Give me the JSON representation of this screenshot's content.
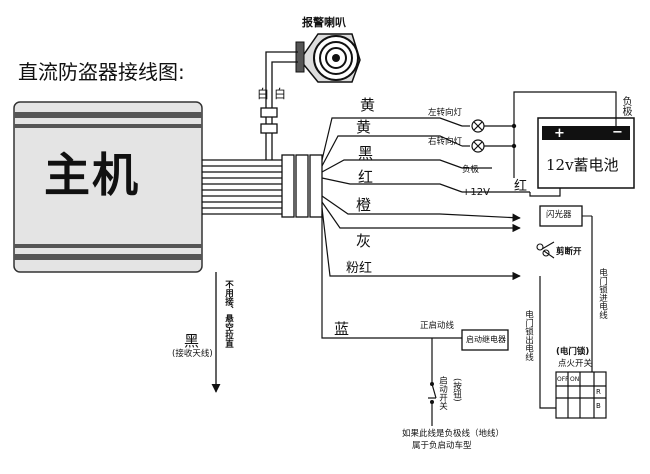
{
  "title": "直流防盗器接线图:",
  "host_unit": {
    "label": "主机"
  },
  "siren": {
    "label": "报警喇叭",
    "wire_left": "白",
    "wire_right": "白"
  },
  "wires": {
    "yellow1": "黄",
    "yellow2": "黄",
    "black": "黑",
    "red": "红",
    "orange": "橙",
    "gray": "灰",
    "pink_red": "粉红",
    "blue": "蓝"
  },
  "antenna": {
    "color": "黑",
    "note": "(接收天线)",
    "instruction": "不用接、悬空拉直"
  },
  "lamps": {
    "left_turn": "左转向灯",
    "right_turn": "右转向灯",
    "negative": "负极",
    "plus12v": "+12V"
  },
  "battery": {
    "label": "12v蓄电池",
    "plus": "+",
    "minus": "−",
    "negative_label": "负极",
    "red_wire": "红"
  },
  "flasher": {
    "label": "闪光器"
  },
  "cut": {
    "label": "剪断开"
  },
  "door_lock": {
    "unlock_wire": "电门锁进电线",
    "lock_out_wire": "电门锁出电线",
    "title": "(电门锁)",
    "subtitle": "点火开关",
    "pos_off": "OFF",
    "pos_on": "ON",
    "pos_r": "R",
    "pos_b": "B"
  },
  "start": {
    "positive_wire": "正启动线",
    "relay": "启动继电器",
    "switch": "启动开关",
    "button": "(按钮)",
    "note_line1": "如果此线是负极线（地线）",
    "note_line2": "属于负启动车型"
  },
  "colors": {
    "line": "#111111",
    "host_fill": "#e6e6e6"
  }
}
